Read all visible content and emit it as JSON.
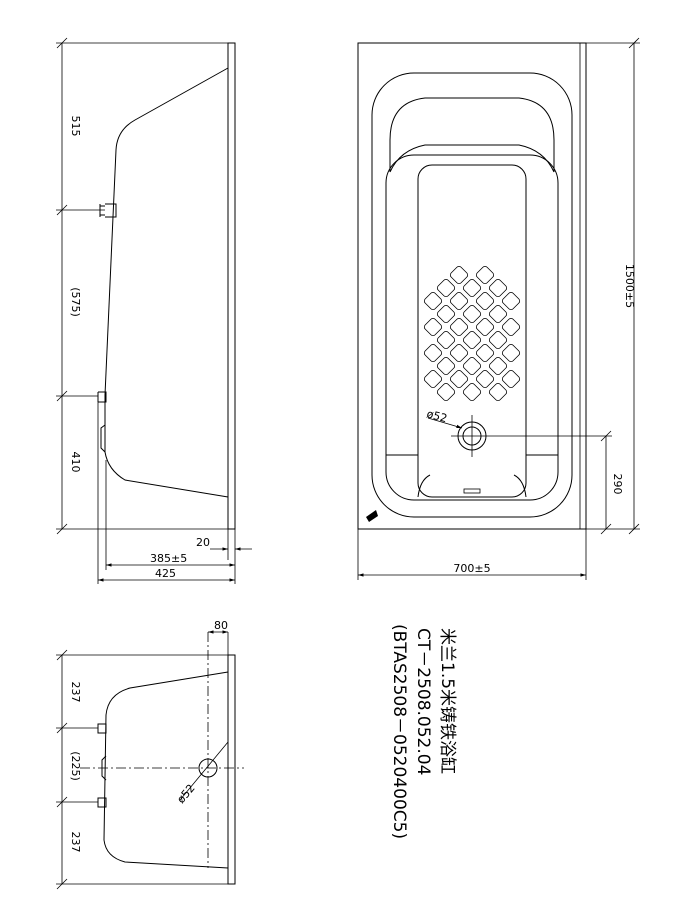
{
  "side_view": {
    "dim_top": "515",
    "dim_mid": "(575)",
    "dim_bottom": "410",
    "dim_rim": "20",
    "dim_depth_inner": "385±5",
    "dim_depth_total": "425"
  },
  "top_view": {
    "dim_length": "1500±5",
    "dim_width": "700±5",
    "dim_drain_offset": "290",
    "drain_dia": "ø52"
  },
  "end_view": {
    "dim_top": "237",
    "dim_mid": "(225)",
    "dim_bottom": "237",
    "dim_drain_pos": "80",
    "drain_dia": "ø52"
  },
  "title_block": {
    "line1": "米兰1.5米铸铁浴缸",
    "line2": "CT－2508.052.04",
    "line3": "(BTAS2508－0520400C5)"
  }
}
